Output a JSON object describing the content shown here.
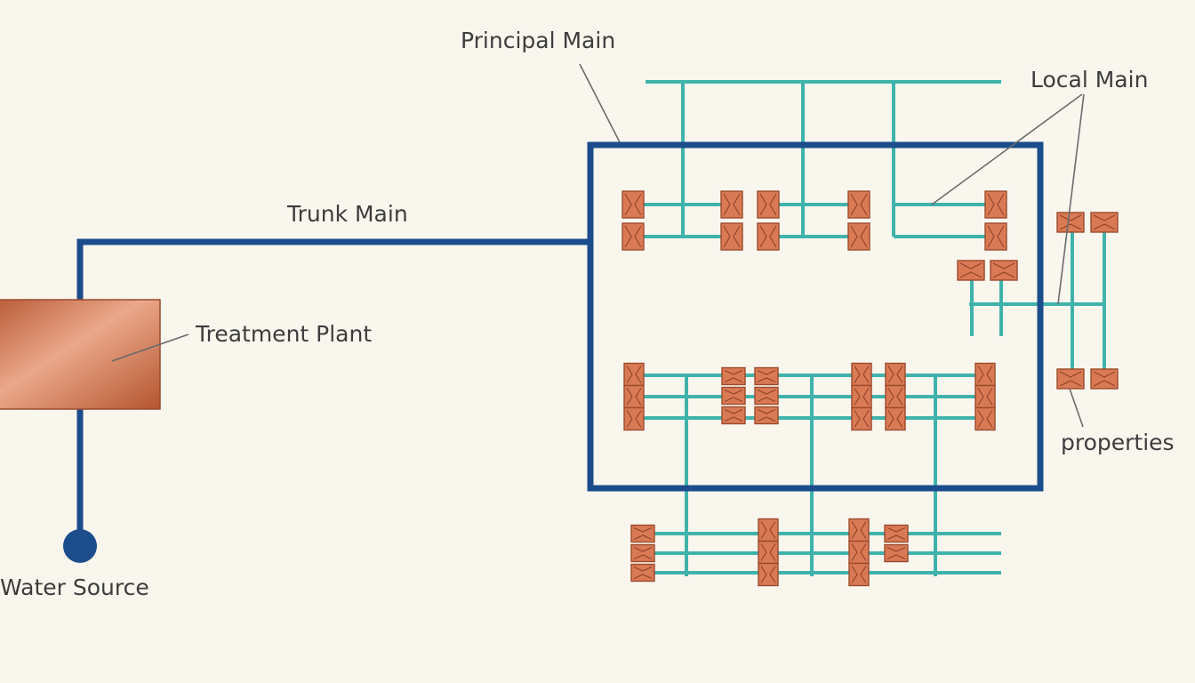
{
  "labels": {
    "principal_main": "Principal Main",
    "local_main": "Local Main",
    "trunk_main": "Trunk Main",
    "treatment_plant": "Treatment Plant",
    "properties": "properties",
    "water_source": "Water Source"
  },
  "colors": {
    "trunk_main": "#1b4d8c",
    "local_main": "#3fb3ab",
    "property": "#d97a55",
    "treatment_plant": "#c86a45",
    "background": "#f9f6ee"
  }
}
